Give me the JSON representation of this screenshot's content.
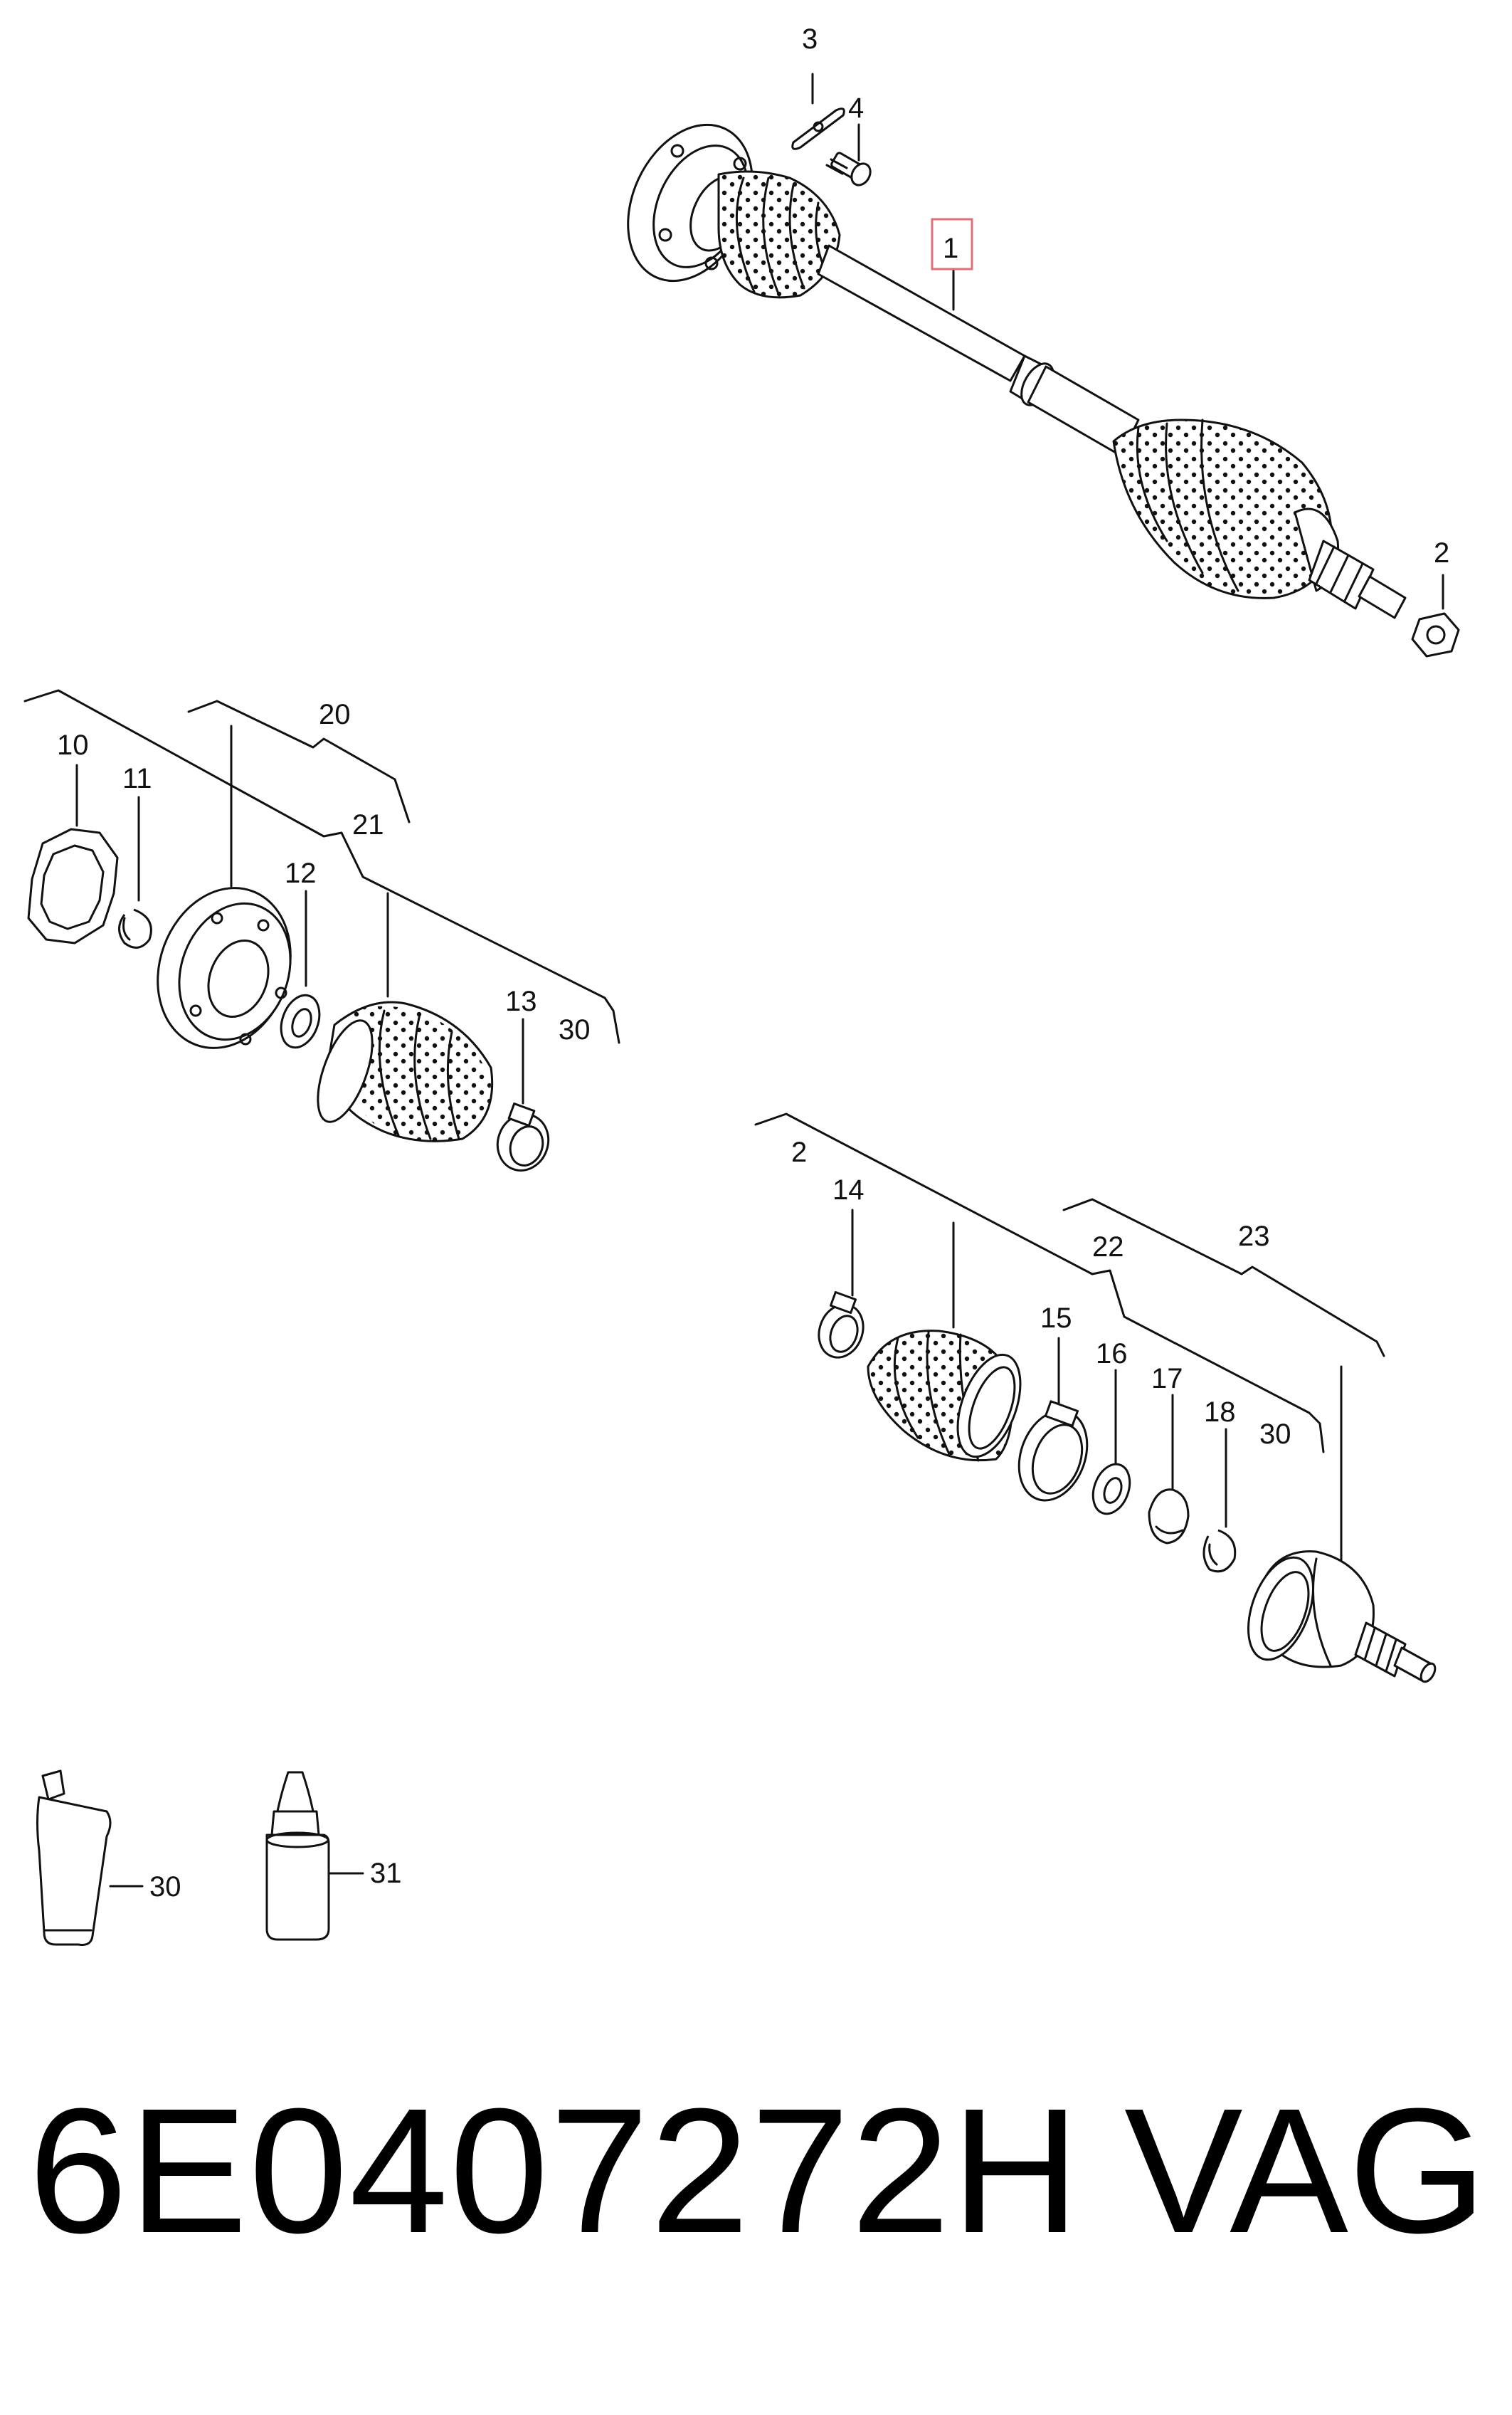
{
  "diagram": {
    "callouts": {
      "c1": "1",
      "c2": "2",
      "c3": "3",
      "c4": "4",
      "c10": "10",
      "c11": "11",
      "c12": "12",
      "c13": "13",
      "c20": "20",
      "c21": "21",
      "c30a": "30",
      "c2b": "2",
      "c14": "14",
      "c15": "15",
      "c16": "16",
      "c17": "17",
      "c18": "18",
      "c22": "22",
      "c23": "23",
      "c30b": "30",
      "c30c": "30",
      "c31": "31"
    },
    "highlight_color": "#e0707a"
  },
  "footer": {
    "part_number": "6E0407272H",
    "brand": "VAG"
  }
}
